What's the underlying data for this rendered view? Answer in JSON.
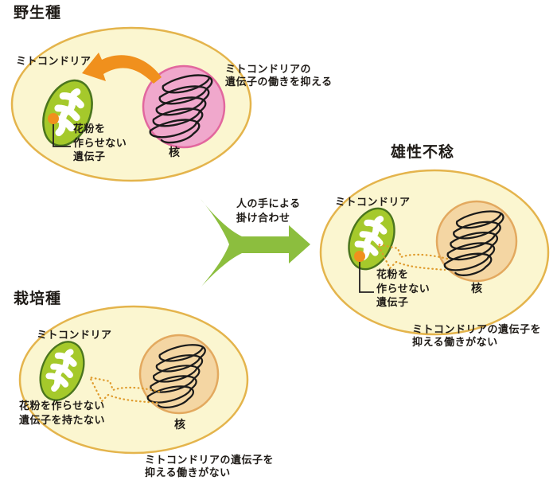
{
  "panels": {
    "wild": {
      "title": "野生種",
      "mito_label": "ミトコンドリア",
      "nucleus_label": "核",
      "gene_label": "花粉を\n作らせない\n遺伝子",
      "note": "ミトコンドリアの\n遺伝子の働きを抑える"
    },
    "cultivated": {
      "title": "栽培種",
      "mito_label": "ミトコンドリア",
      "nucleus_label": "核",
      "gene_label": "花粉を作らせない\n遺伝子を持たない",
      "note": "ミトコンドリアの遺伝子を\n抑える働きがない"
    },
    "sterile": {
      "title": "雄性不稔",
      "mito_label": "ミトコンドリア",
      "nucleus_label": "核",
      "gene_label": "花粉を\n作らせない\n遺伝子",
      "note": "ミトコンドリアの遺伝子を\n抑える働きがない"
    },
    "cross": {
      "label": "人の手による\n掛け合わせ"
    }
  },
  "colors": {
    "cell_fill": "#FBF6D0",
    "cell_stroke": "#E4B44C",
    "nucleus_pink_fill": "#F0A8CC",
    "nucleus_pink_stroke": "#E2679E",
    "nucleus_tan_fill": "#F4D6A3",
    "nucleus_tan_stroke": "#E3A95F",
    "mito_fill": "#A5C92B",
    "mito_stroke": "#4A751E",
    "cristae": "#FFFFFF",
    "coil": "#1A1A1A",
    "connector": "#231F20",
    "solid_arrow": "#F0901D",
    "gene_dot": "#F0901D",
    "dashed_arrow": "#DF9A2B",
    "cross_arrow": "#8CBE3E",
    "text": "#1F1B17"
  }
}
